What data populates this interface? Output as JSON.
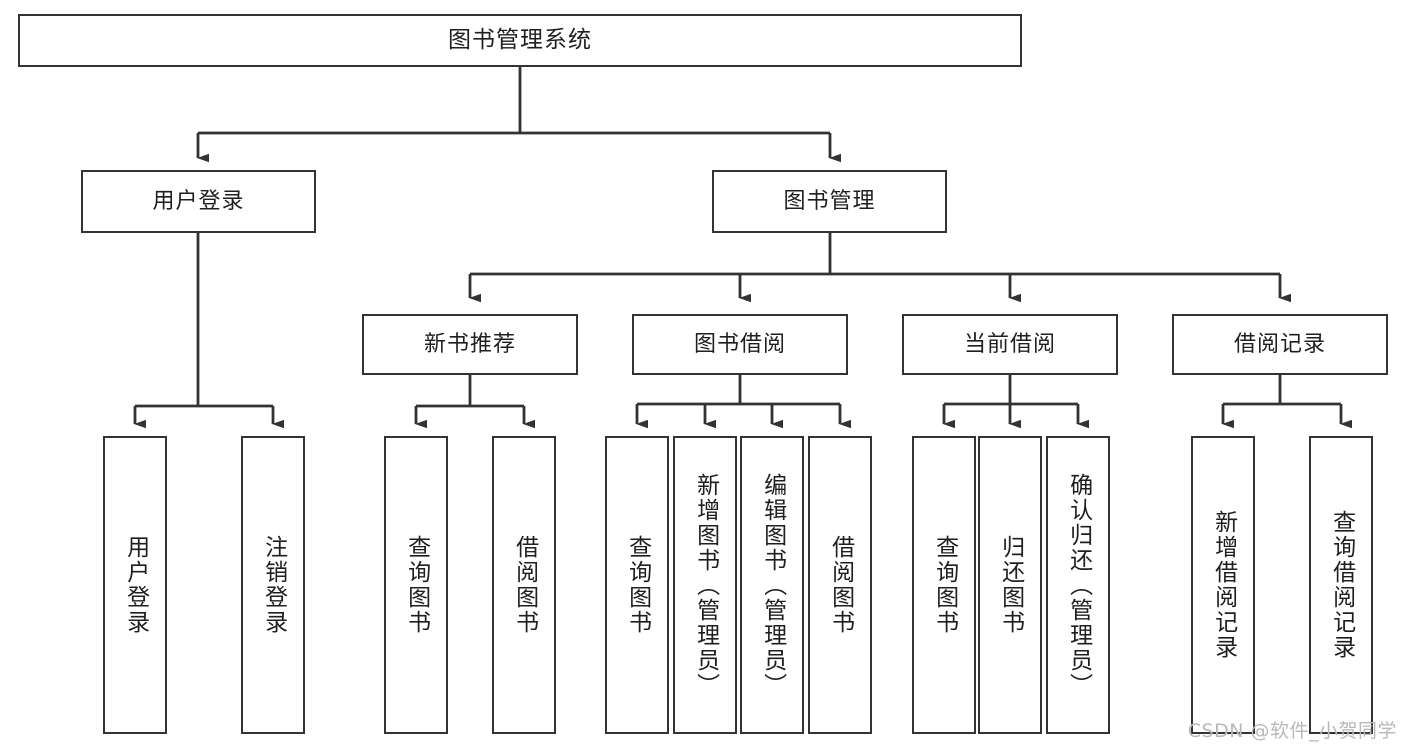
{
  "diagram": {
    "type": "tree-hierarchy",
    "title": "图书管理系统",
    "watermark": "CSDN @软件_小贺同学",
    "colors": {
      "box_border": "#333333",
      "box_fill": "#ffffff",
      "connector": "#333333",
      "text": "#1f1f1f",
      "watermark": "#b9b9b9"
    },
    "nodes": {
      "root": {
        "label": "图书管理系统"
      },
      "level2": [
        {
          "label": "用户登录"
        },
        {
          "label": "图书管理"
        }
      ],
      "level3": [
        {
          "label": "新书推荐"
        },
        {
          "label": "图书借阅"
        },
        {
          "label": "当前借阅"
        },
        {
          "label": "借阅记录"
        }
      ],
      "leaves": [
        {
          "label": "用户登录"
        },
        {
          "label": "注销登录"
        },
        {
          "label": "查询图书"
        },
        {
          "label": "借阅图书"
        },
        {
          "label": "查询图书"
        },
        {
          "label": "新增图书（管理员）"
        },
        {
          "label": "编辑图书（管理员）"
        },
        {
          "label": "借阅图书"
        },
        {
          "label": "查询图书"
        },
        {
          "label": "归还图书"
        },
        {
          "label": "确认归还（管理员）"
        },
        {
          "label": "新增借阅记录"
        },
        {
          "label": "查询借阅记录"
        }
      ]
    },
    "edges": [
      {
        "from": "图书管理系统",
        "to": "用户登录"
      },
      {
        "from": "图书管理系统",
        "to": "图书管理"
      },
      {
        "from": "用户登录",
        "to": "用户登录"
      },
      {
        "from": "用户登录",
        "to": "注销登录"
      },
      {
        "from": "图书管理",
        "to": "新书推荐"
      },
      {
        "from": "图书管理",
        "to": "图书借阅"
      },
      {
        "from": "图书管理",
        "to": "当前借阅"
      },
      {
        "from": "图书管理",
        "to": "借阅记录"
      },
      {
        "from": "新书推荐",
        "to": "查询图书"
      },
      {
        "from": "新书推荐",
        "to": "借阅图书"
      },
      {
        "from": "图书借阅",
        "to": "查询图书"
      },
      {
        "from": "图书借阅",
        "to": "新增图书（管理员）"
      },
      {
        "from": "图书借阅",
        "to": "编辑图书（管理员）"
      },
      {
        "from": "图书借阅",
        "to": "借阅图书"
      },
      {
        "from": "当前借阅",
        "to": "查询图书"
      },
      {
        "from": "当前借阅",
        "to": "归还图书"
      },
      {
        "from": "当前借阅",
        "to": "确认归还（管理员）"
      },
      {
        "from": "借阅记录",
        "to": "新增借阅记录"
      },
      {
        "from": "借阅记录",
        "to": "查询借阅记录"
      }
    ]
  }
}
